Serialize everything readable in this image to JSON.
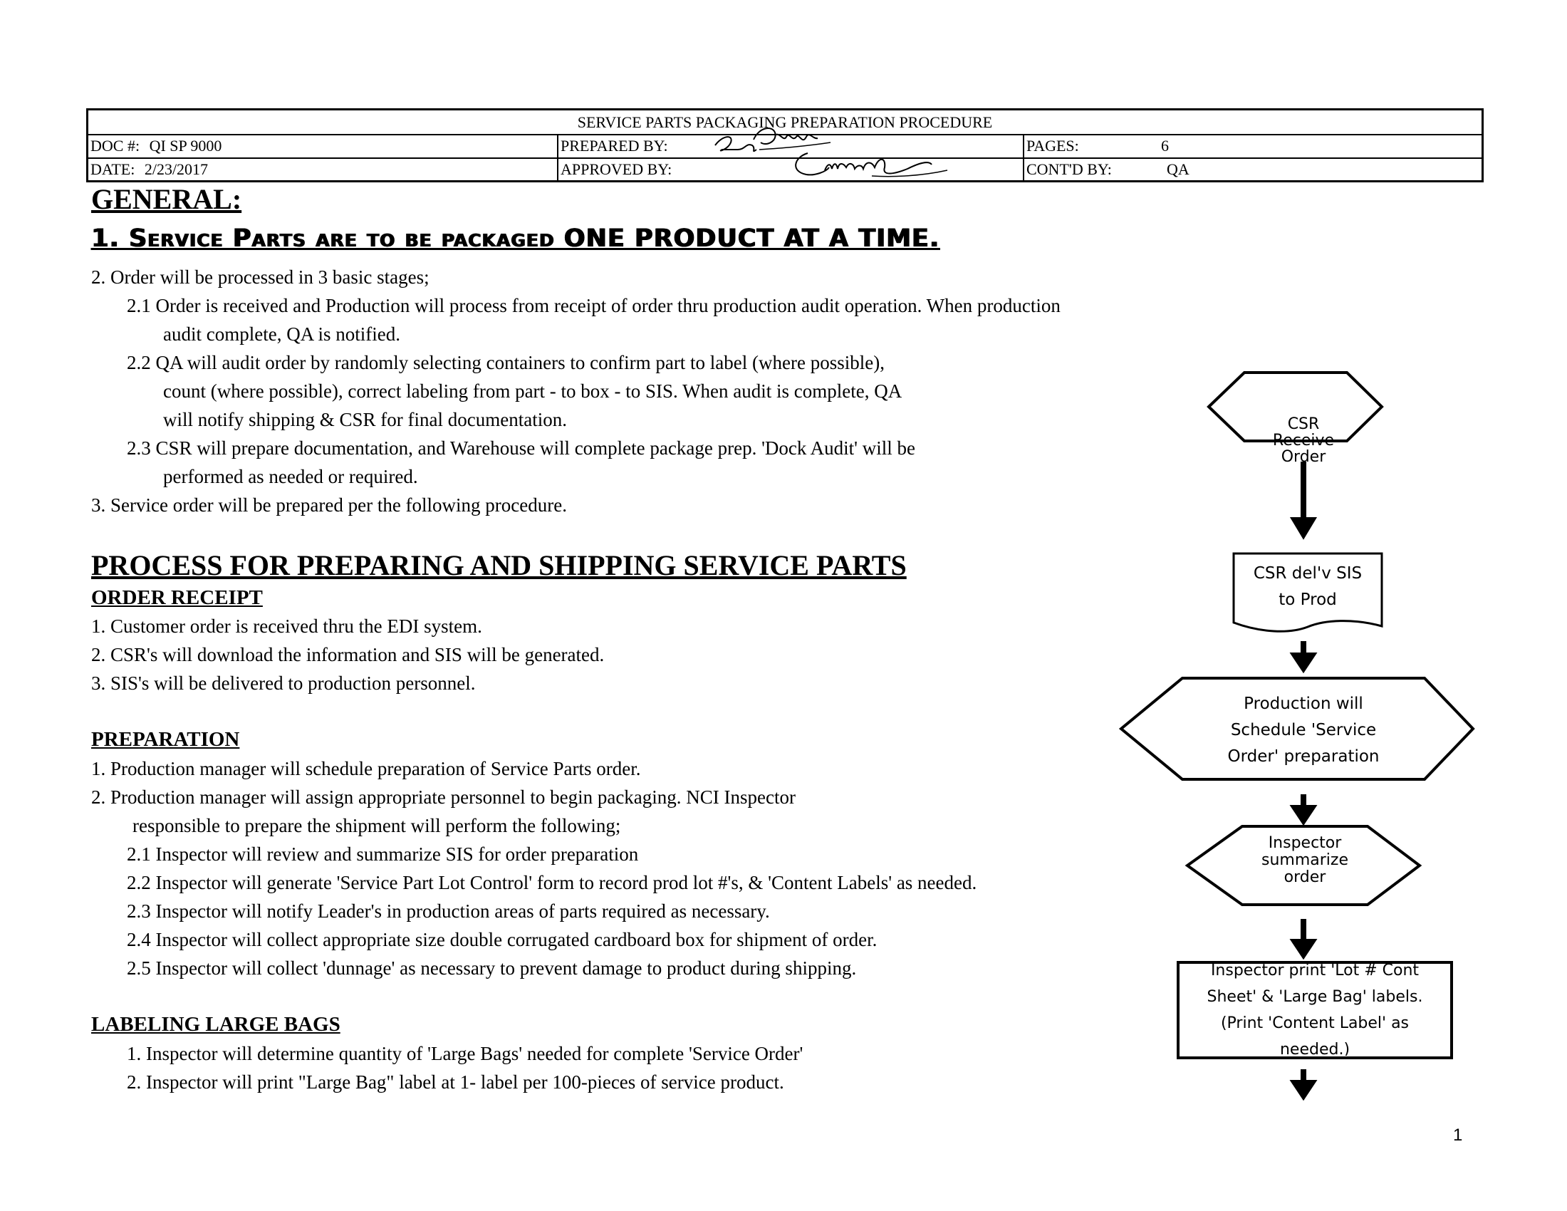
{
  "header": {
    "title": "SERVICE PARTS PACKAGING PREPARATION PROCEDURE",
    "doc_label": "DOC #:",
    "doc_value": "QI  SP  9000",
    "prepared_label": "PREPARED BY:",
    "pages_label": "PAGES:",
    "pages_value": "6",
    "date_label": "DATE:",
    "date_value": "2/23/2017",
    "approved_label": "APPROVED BY:",
    "contd_label": "CONT'D BY:",
    "contd_value": "QA"
  },
  "general": {
    "heading": "GENERAL:",
    "item1": "1.  Service Parts are to be packaged ONE PRODUCT AT A TIME.",
    "item2": "2. Order will be processed in 3 basic stages;",
    "item2_1a": "2.1 Order is received and Production will process from receipt of order thru production audit operation. When production",
    "item2_1b": "audit complete, QA is notified.",
    "item2_2a": "2.2 QA will audit order by randomly selecting containers to confirm part to label (where possible),",
    "item2_2b": "count (where possible), correct labeling from part - to box - to SIS.  When audit is complete, QA",
    "item2_2c": "will notify shipping & CSR for final documentation.",
    "item2_3a": "2.3 CSR will prepare documentation, and Warehouse will complete package prep.  'Dock Audit' will be",
    "item2_3b": "performed as needed or required.",
    "item3": "3. Service order will be prepared per the following procedure."
  },
  "process": {
    "heading": "PROCESS FOR PREPARING AND SHIPPING SERVICE PARTS",
    "order_receipt": {
      "heading": "ORDER RECEIPT",
      "items": [
        "1. Customer order is received thru the EDI system.",
        "2. CSR's will download the information and SIS will be generated.",
        "3. SIS's will be delivered to production personnel."
      ]
    },
    "preparation": {
      "heading": "PREPARATION",
      "item1": "1.  Production manager will schedule preparation of Service Parts order.",
      "item2a": "2.  Production manager will assign appropriate personnel to begin packaging.  NCI Inspector",
      "item2b": "responsible to prepare the shipment will perform the following;",
      "subitems": [
        "2.1 Inspector will review and summarize SIS for order preparation",
        "2.2 Inspector will generate 'Service Part Lot Control' form to record prod lot #'s, & 'Content Labels' as needed.",
        "2.3 Inspector will notify Leader's in production areas of parts required as necessary.",
        "2.4 Inspector will collect appropriate size double corrugated cardboard box for shipment of order.",
        "2.5 Inspector will collect 'dunnage' as necessary to prevent damage to product during shipping."
      ]
    },
    "labeling": {
      "heading": "LABELING LARGE BAGS",
      "items": [
        "1. Inspector will determine quantity of 'Large Bags' needed for complete 'Service Order'",
        "2. Inspector will print \"Large Bag\" label at 1- label per 100-pieces of service product."
      ]
    }
  },
  "flowchart": {
    "step1": [
      "CSR",
      "Receive",
      "Order"
    ],
    "step2": [
      "CSR del'v  SIS",
      "to Prod"
    ],
    "step3": [
      "Production will",
      "Schedule 'Service",
      "Order' preparation"
    ],
    "step4": [
      "Inspector",
      "summarize",
      "order"
    ],
    "step5": [
      "Inspector print 'Lot # Cont",
      "Sheet' & 'Large Bag' labels.",
      "(Print 'Content Label' as",
      "needed.)"
    ]
  },
  "page_number": "1"
}
